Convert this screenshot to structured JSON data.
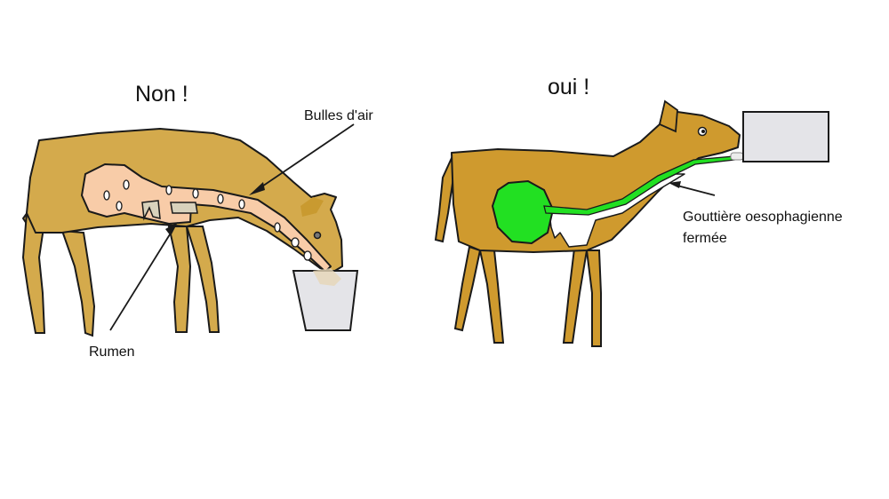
{
  "left_panel": {
    "title": "Non !",
    "labels": {
      "air_bubbles": "Bulles d'air",
      "rumen": "Rumen"
    }
  },
  "right_panel": {
    "title": "oui !",
    "labels": {
      "groove_line1": "Gouttière oesophagienne",
      "groove_line2": "fermée"
    }
  },
  "colors": {
    "cow_left": "#D4AA4C",
    "cow_right": "#CF9A2E",
    "rumen_peach": "#F8CCA8",
    "abomasum_green": "#22E022",
    "bucket_gray": "#E4E4E8",
    "outline": "#1a1a1a"
  }
}
